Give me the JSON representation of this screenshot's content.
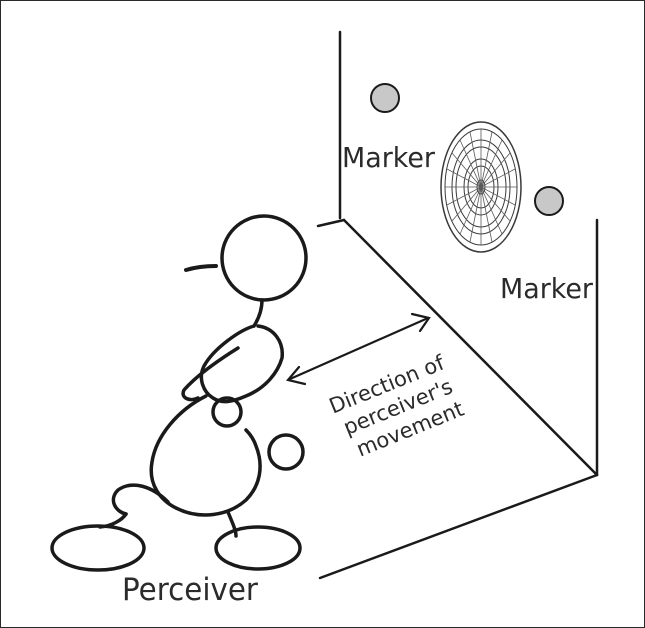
{
  "labels": {
    "marker_top": "Marker",
    "marker_right": "Marker",
    "movement_line1": "Direction of",
    "movement_line2": "perceiver's",
    "movement_line3": "movement",
    "perceiver": "Perceiver"
  },
  "icons": [
    "dartboard-icon",
    "stick-figure-perceiver",
    "double-arrow-icon",
    "marker-dot-icon"
  ],
  "colors": {
    "ink": "#1a1a1a",
    "marker_fill": "#c8c8c8",
    "text": "#2b2b2b"
  }
}
